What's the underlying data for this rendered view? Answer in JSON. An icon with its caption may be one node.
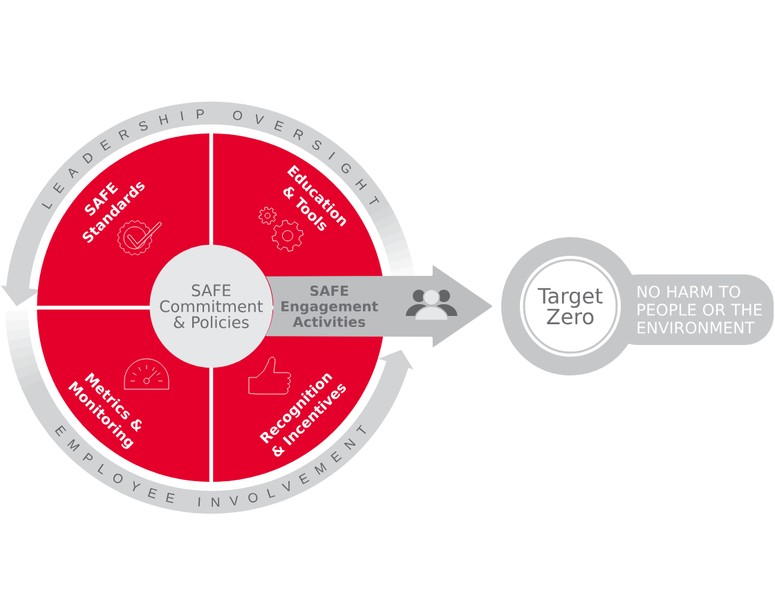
{
  "diagram": {
    "nodes": [
      {
        "text": [
          "LEADERSHIP OVERSIGHT"
        ]
      },
      {
        "text": [
          "SAFE Standards"
        ]
      },
      {
        "text": [
          "Education & Tools"
        ]
      },
      {
        "text": [
          "SAFE Commitment & Policies"
        ]
      },
      {
        "text": [
          "Metrics & Monitoring"
        ]
      },
      {
        "text": [
          "Recognition & Incentives"
        ]
      },
      {
        "text": [
          "EMPLOYEE INVOLVEMENT"
        ]
      },
      {
        "text": [
          "NO HARM TO PEOPLE OR THE ENVIRONMENT"
        ]
      },
      {
        "text": [
          "Target Zero"
        ],
        "in": 7
      }
    ],
    "edges": [
      {
        "from": 3,
        "to": 7,
        "arrow": "to",
        "label": "SAFE Engagement Activities"
      }
    ]
  }
}
